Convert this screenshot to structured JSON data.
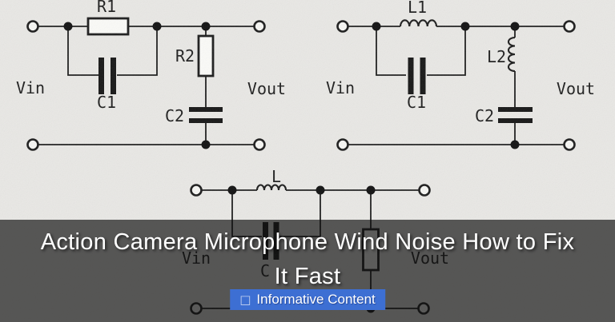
{
  "colors": {
    "paper": "#e9e8e5",
    "ink": "#1b1b1b",
    "overlay_band": "rgba(15,15,15,0.67)",
    "badge_blue": "#3d6fd3",
    "title_text": "#ffffff"
  },
  "circuits": {
    "left": {
      "labels": {
        "r1": "R1",
        "c1": "C1",
        "r2": "R2",
        "c2": "C2",
        "vin": "Vin",
        "vout": "Vout"
      }
    },
    "right": {
      "labels": {
        "l1": "L1",
        "c1": "C1",
        "l2": "L2",
        "c2": "C2",
        "vin": "Vin",
        "vout": "Vout"
      }
    },
    "bottom": {
      "labels": {
        "l": "L",
        "c": "C",
        "vin": "Vin",
        "vout": "Vout"
      }
    }
  },
  "overlay": {
    "title_line1": "Action Camera Microphone Wind Noise How to Fix",
    "title_line2": "It Fast",
    "badge": {
      "icon": "□",
      "label": "Informative Content"
    }
  }
}
